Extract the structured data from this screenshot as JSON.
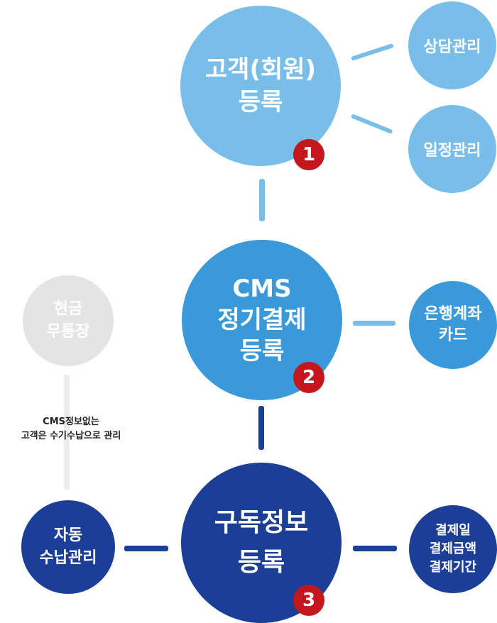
{
  "colors": {
    "light_blue": "#79bde9",
    "mid_blue": "#3a9ad9",
    "dark_navy": "#1b3f96",
    "gray": "#e4e4e4",
    "badge_red": "#c4161c"
  },
  "nodes": {
    "customer_registration": {
      "line1": "고객(회원)",
      "line2": "등록",
      "badge": "1"
    },
    "consultation": {
      "label": "상담관리"
    },
    "schedule": {
      "label": "일정관리"
    },
    "cms_payment": {
      "line1": "CMS",
      "line2": "정기결제",
      "line3": "등록",
      "badge": "2"
    },
    "bank_card": {
      "line1": "은행계좌",
      "line2": "카드"
    },
    "cash_transfer": {
      "line1": "현금",
      "line2": "무통장"
    },
    "subscription": {
      "line1": "구독정보",
      "line2": "등록",
      "badge": "3"
    },
    "auto_collection": {
      "line1": "자동",
      "line2": "수납관리"
    },
    "payment_info": {
      "line1": "결제일",
      "line2": "결제금액",
      "line3": "결제기간"
    }
  },
  "note": {
    "line1": "CMS정보없는",
    "line2": "고객은 수기수납으로 관리"
  }
}
